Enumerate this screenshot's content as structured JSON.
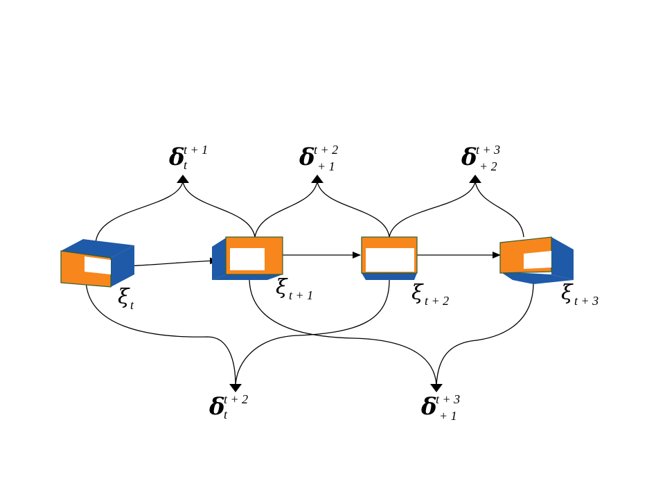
{
  "colors": {
    "background": "#ffffff",
    "blue": "#1f5aa8",
    "orange": "#f7861d",
    "window": "#ffffff",
    "outline": "#2c5e2a",
    "edge": "#000000"
  },
  "states": [
    {
      "id": "xi_t",
      "symbol": "ξ",
      "subscript": "t"
    },
    {
      "id": "xi_t1",
      "symbol": "ξ",
      "subscript": "t + 1"
    },
    {
      "id": "xi_t2",
      "symbol": "ξ",
      "subscript": "t + 2"
    },
    {
      "id": "xi_t3",
      "symbol": "ξ",
      "subscript": "t + 3"
    }
  ],
  "deltas": [
    {
      "id": "d_t_t1",
      "symbol": "δ",
      "superscript": "t + 1",
      "subscript": "t"
    },
    {
      "id": "d_t1_t2",
      "symbol": "δ",
      "superscript": "t + 2",
      "subscript": "+ 1"
    },
    {
      "id": "d_t2_t3",
      "symbol": "δ",
      "superscript": "t + 3",
      "subscript": "+ 2"
    },
    {
      "id": "d_t_t2",
      "symbol": "δ",
      "superscript": "t + 2",
      "subscript": "t"
    },
    {
      "id": "d_t1_t3",
      "symbol": "δ",
      "superscript": "t + 3",
      "subscript": "+ 1"
    }
  ]
}
